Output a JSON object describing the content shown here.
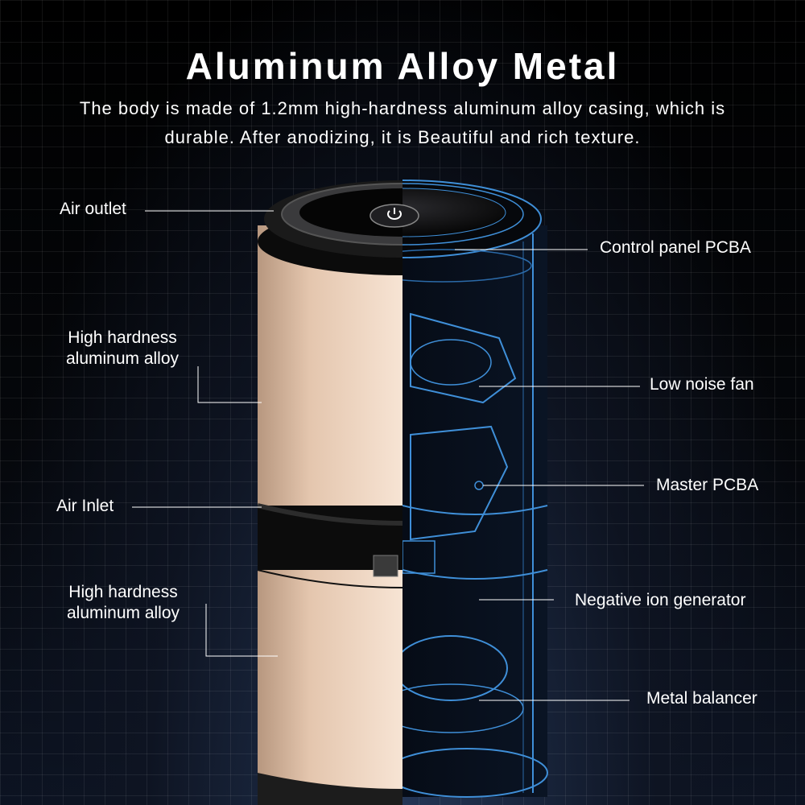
{
  "heading": {
    "title": "Aluminum Alloy Metal",
    "subtitle_line1": "The body is made of 1.2mm high-hardness aluminum alloy casing, which is",
    "subtitle_line2": "durable. After anodizing, it is Beautiful and rich texture."
  },
  "labels_left": {
    "air_outlet": "Air outlet",
    "upper_alloy_line1": "High hardness",
    "upper_alloy_line2": "aluminum alloy",
    "air_inlet": "Air Inlet",
    "lower_alloy_line1": "High hardness",
    "lower_alloy_line2": "aluminum alloy"
  },
  "labels_right": {
    "control_panel": "Control panel PCBA",
    "fan": "Low noise fan",
    "master_pcba": "Master PCBA",
    "ion_generator": "Negative ion generator",
    "balancer": "Metal balancer"
  },
  "colors": {
    "gold_body": "#e8cdb6",
    "wireframe_blue": "#3f8fd8",
    "background": "#000000"
  },
  "icons": {
    "power_button": "power-icon"
  }
}
